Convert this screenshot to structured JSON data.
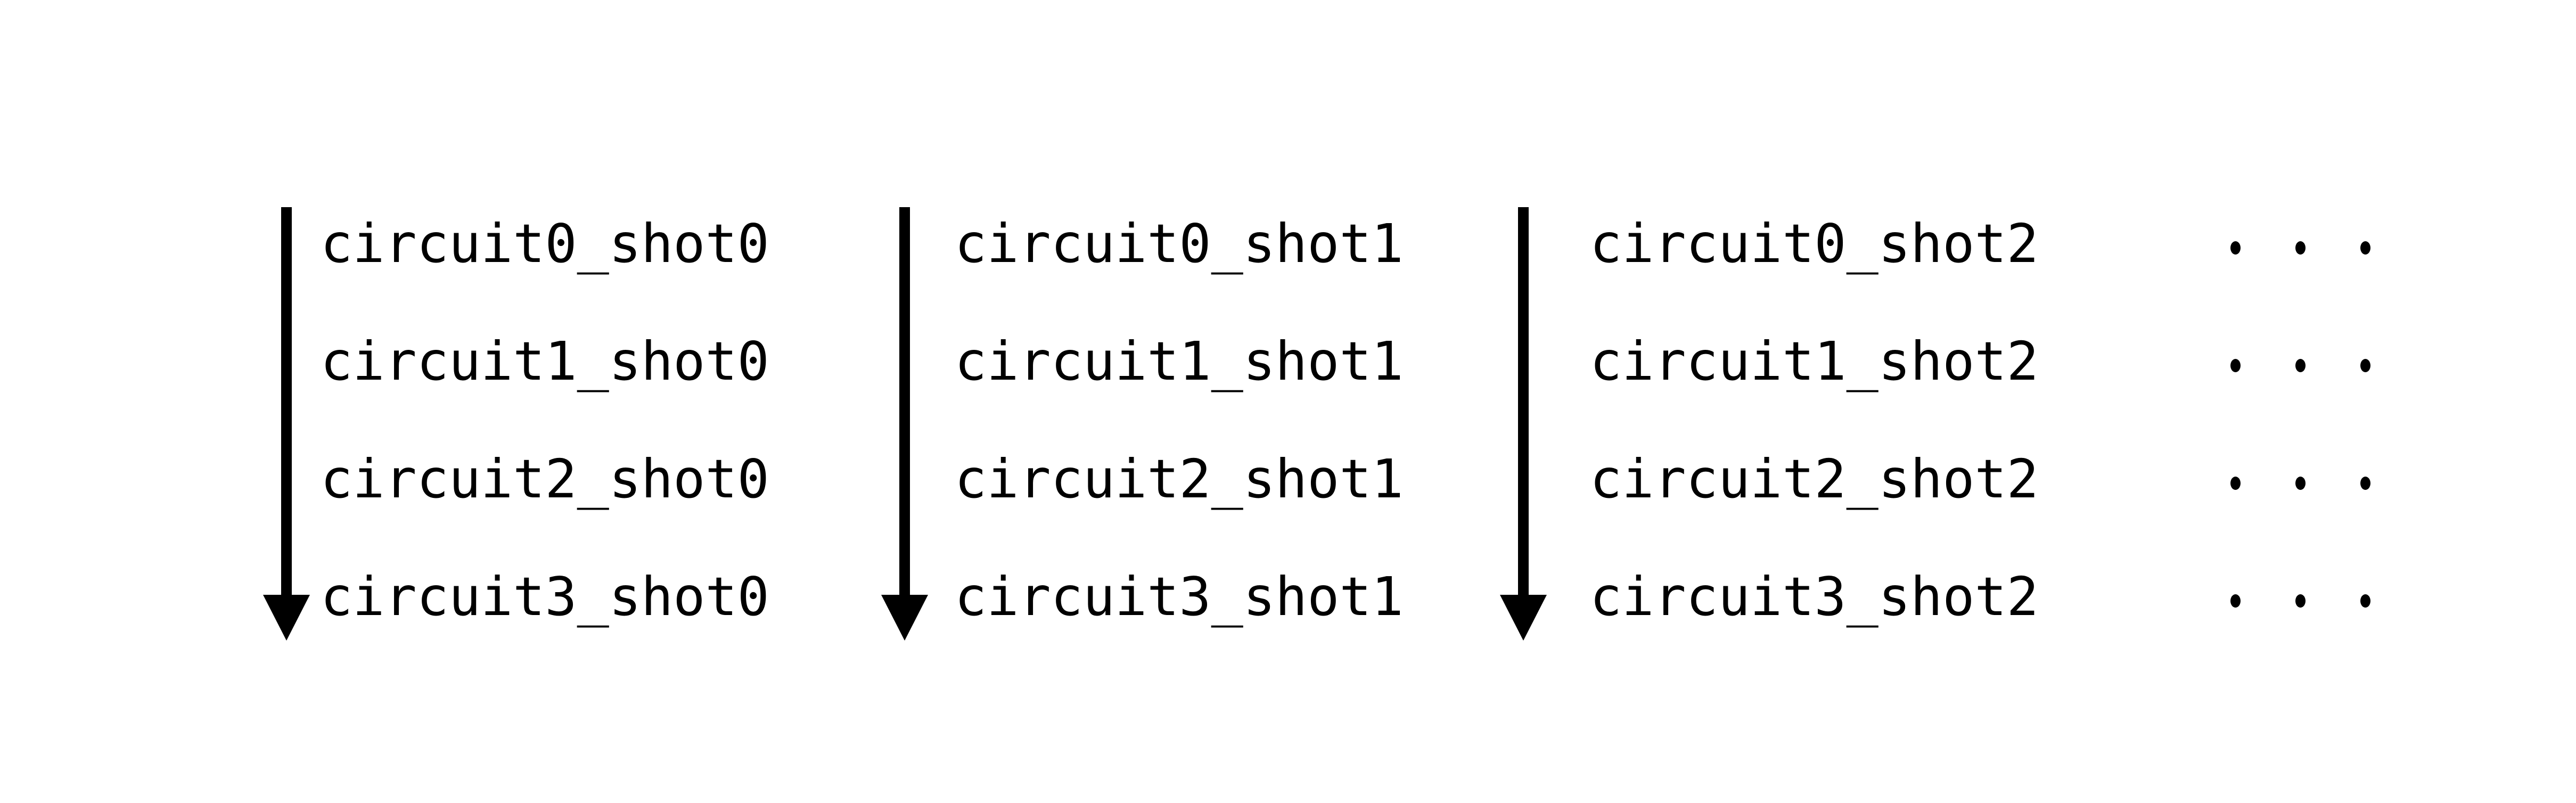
{
  "figure": {
    "description": "Execution-order diagram: three vertical down-arrows, each listing circuit shots executed in sequence, with trailing ellipsis columns",
    "background_color": "#ffffff",
    "ink_color": "#000000",
    "columns": [
      {
        "arrow_icon": "down-arrow",
        "items": [
          "circuit0_shot0",
          "circuit1_shot0",
          "circuit2_shot0",
          "circuit3_shot0"
        ]
      },
      {
        "arrow_icon": "down-arrow",
        "items": [
          "circuit0_shot1",
          "circuit1_shot1",
          "circuit2_shot1",
          "circuit3_shot1"
        ]
      },
      {
        "arrow_icon": "down-arrow",
        "items": [
          "circuit0_shot2",
          "circuit1_shot2",
          "circuit2_shot2",
          "circuit3_shot2"
        ]
      }
    ],
    "ellipsis": {
      "symbol": "· · ·",
      "rows": 4
    }
  }
}
